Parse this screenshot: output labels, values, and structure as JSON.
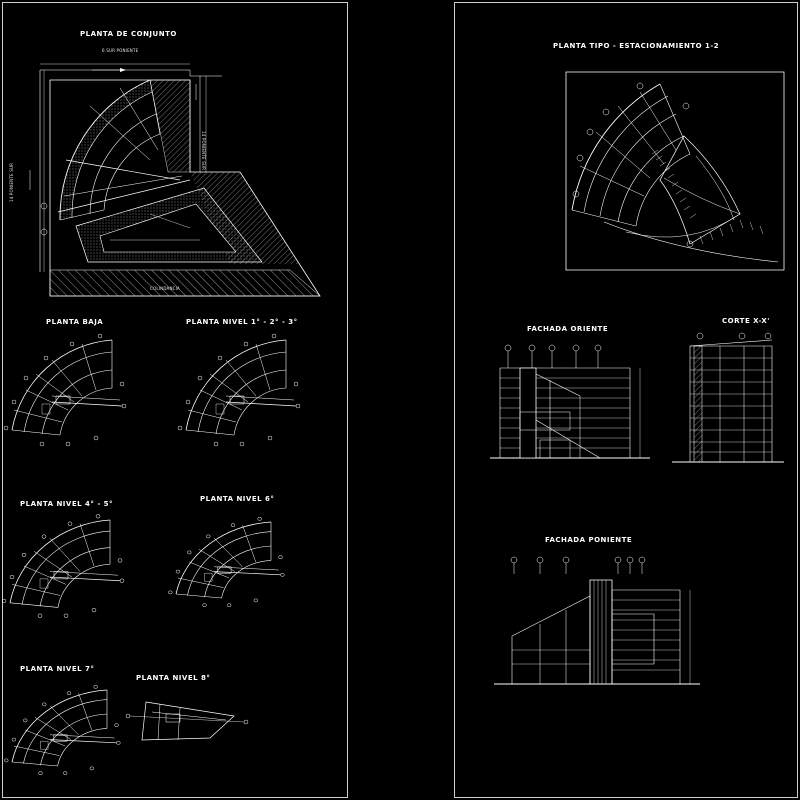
{
  "sheets": {
    "left": {
      "titles": {
        "site_plan": "PLANTA DE CONJUNTO",
        "ground_floor": "PLANTA BAJA",
        "levels_1_3": "PLANTA NIVEL 1° - 2° - 3°",
        "levels_4_5": "PLANTA NIVEL 4° - 5°",
        "level_6": "PLANTA NIVEL 6°",
        "level_7": "PLANTA NIVEL 7°",
        "level_8": "PLANTA NIVEL 8°"
      },
      "street_labels": {
        "top": "6 SUR PONIENTE",
        "left": "14 PONIENTE SUR",
        "right": "14 PONIENTE SUR",
        "bottom": "COLINDANCIA"
      }
    },
    "right": {
      "titles": {
        "parking": "PLANTA TIPO - ESTACIONAMIENTO 1-2",
        "east_facade": "FACHADA ORIENTE",
        "section": "CORTE X-X'",
        "west_facade": "FACHADA PONIENTE"
      }
    }
  },
  "colors": {
    "background": "#000000",
    "line": "#ffffff",
    "frame": "#cfcfcf",
    "hatch": "#bdbdbd"
  }
}
